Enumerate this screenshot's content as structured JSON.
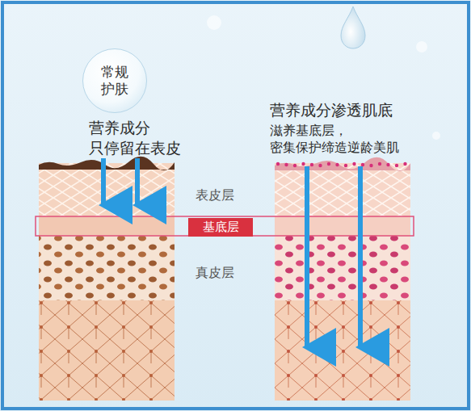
{
  "diagram": {
    "nodes": [
      {
        "text": [
          "常规 护肤"
        ]
      },
      {
        "text": [
          "基底层"
        ]
      }
    ],
    "labels": [
      "营养成分 只停留在表皮",
      "营养成分渗透肌底",
      "滋养基底层， 密集保护缔造逆龄美肌",
      "表皮层",
      "真皮层"
    ]
  }
}
